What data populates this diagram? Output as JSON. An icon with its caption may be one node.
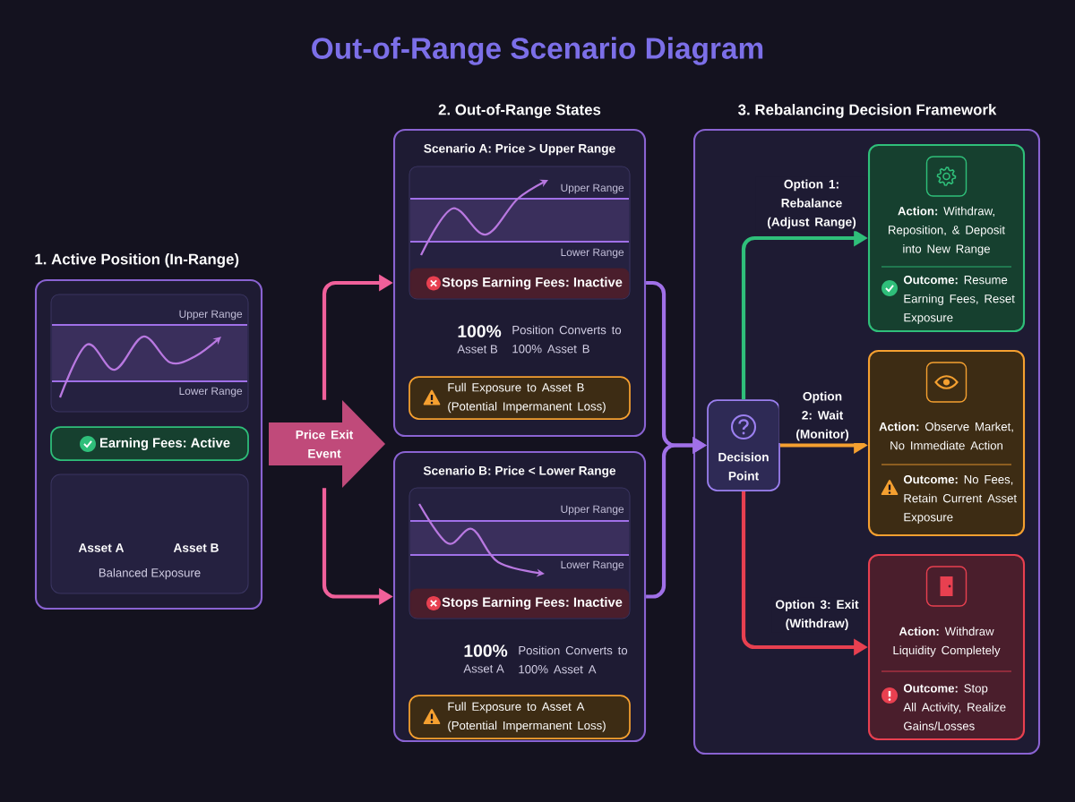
{
  "diagram": {
    "title": "Out-of-Range Scenario Diagram",
    "nodes": [
      {
        "text": [
          "1. Active Position (In-Range)"
        ]
      },
      {
        "text": [
          "Upper Range",
          "Lower Range"
        ],
        "in": 0
      },
      {
        "text": [
          "Earning Fees: Active"
        ],
        "in": 0
      },
      {
        "text": [
          "Asset A",
          "Asset B",
          "Balanced Exposure"
        ],
        "in": 0
      },
      {
        "text": [
          "Price Exit Event"
        ]
      },
      {
        "text": [
          "Scenario A: Price > Upper Range"
        ]
      },
      {
        "text": [
          "Upper Range",
          "Lower Range"
        ],
        "in": 5
      },
      {
        "text": [
          "Stops Earning Fees: Inactive"
        ],
        "in": 6
      },
      {
        "text": [
          "Full Exposure to Asset B (Potential Impermanent Loss)"
        ],
        "in": 5
      },
      {
        "text": [
          "Scenario B: Price < Lower Range"
        ]
      },
      {
        "text": [
          "Upper Range",
          "Lower Range"
        ],
        "in": 9
      },
      {
        "text": [
          "Stops Earning Fees: Inactive"
        ],
        "in": 10
      },
      {
        "text": [
          "Full Exposure to Asset A (Potential Impermanent Loss)"
        ],
        "in": 9
      },
      {
        "text": [
          "3. Rebalancing Decision Framework"
        ]
      },
      {
        "text": [
          "Decision Point"
        ],
        "in": 13
      },
      {
        "text": [
          "**Action:** Withdraw, Reposition, & Deposit into New Range",
          "**Outcome:** Resume Earning Fees, Reset Exposure"
        ],
        "in": 13
      },
      {
        "text": [
          "**Action:** Observe Market, No Immediate Action",
          "**Outcome:** No Fees, Retain Current Asset Exposure"
        ],
        "in": 13
      },
      {
        "text": [
          "**Action:** Withdraw Liquidity Completely",
          "**Outcome:** Stop All Activity, Realize Gains/Losses"
        ],
        "in": 13
      }
    ],
    "edges": [
      {
        "from": 4,
        "to": 5,
        "arrow": "to",
        "color": "#f0609a"
      },
      {
        "from": 4,
        "to": 9,
        "arrow": "to",
        "color": "#f0609a"
      },
      {
        "from": 5,
        "to": 14,
        "arrow": "to",
        "color": "#a070e8"
      },
      {
        "from": 9,
        "to": 14,
        "arrow": "to",
        "color": "#a070e8"
      },
      {
        "from": 14,
        "to": 15,
        "arrow": "to",
        "label": "Option 1: Rebalance (Adjust Range)",
        "color": "#2fbf7a"
      },
      {
        "from": 14,
        "to": 16,
        "arrow": "to",
        "label": "**Option 2: Wait** (Monitor)",
        "color": "#f5a030"
      },
      {
        "from": 14,
        "to": 17,
        "arrow": "to",
        "label": "Option 3: Exit (Withdraw)",
        "color": "#e84050"
      }
    ],
    "labels": [
      "2. Out-of-Range States",
      "100%",
      "Asset B",
      "Position Converts to 100% Asset B",
      "100%",
      "Asset A",
      "Position Converts to 100% Asset A"
    ]
  }
}
